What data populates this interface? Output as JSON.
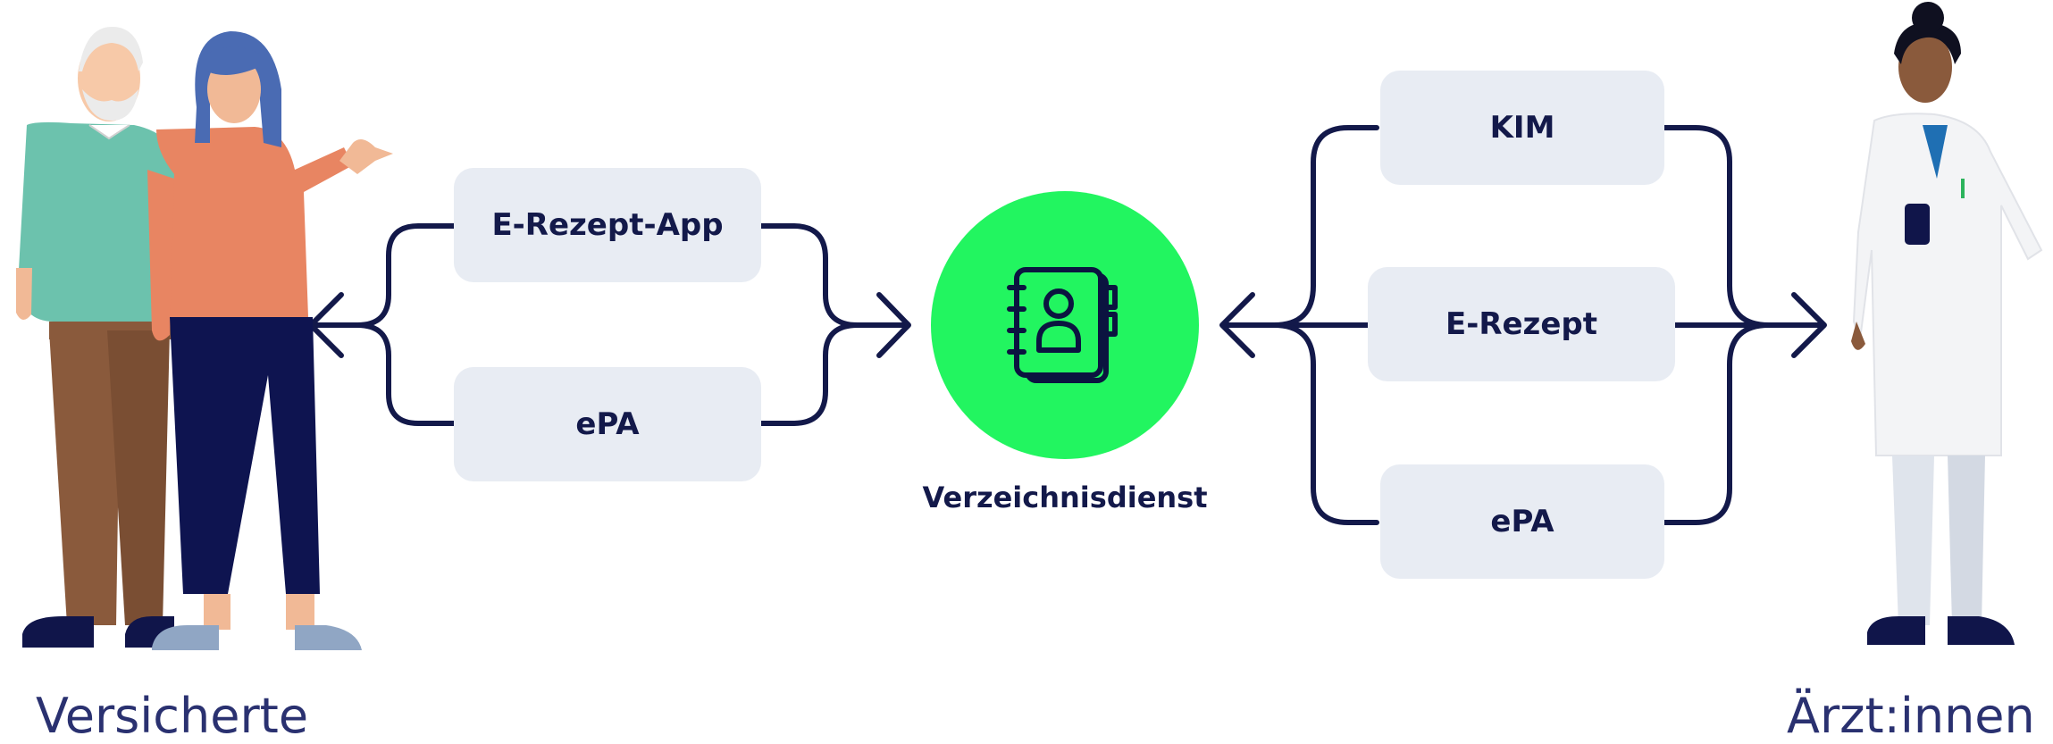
{
  "diagram": {
    "left_group": {
      "caption": "Versicherte",
      "boxes": [
        {
          "label": "E-Rezept-App"
        },
        {
          "label": "ePA"
        }
      ]
    },
    "hub": {
      "label": "Verzeichnisdienst",
      "icon": "address-book-icon",
      "color": "#22f560"
    },
    "right_group": {
      "caption": "Ärzt:innen",
      "boxes": [
        {
          "label": "KIM"
        },
        {
          "label": "E-Rezept"
        },
        {
          "label": "ePA"
        }
      ]
    },
    "colors": {
      "box": "#e8ecf3",
      "line": "#13194a",
      "text": "#13194a",
      "accent": "#22f560"
    }
  }
}
